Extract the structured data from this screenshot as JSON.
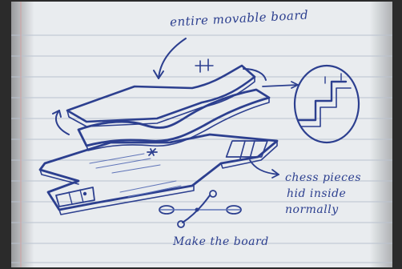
{
  "annotations": {
    "top": "entire movable board",
    "right": [
      "chess pieces",
      "hid inside",
      "normally"
    ],
    "bottom": "Make the board"
  },
  "colors": {
    "paper": "#e9ecef",
    "ruling": "#b9c2cf",
    "margin": "#d4a3a3",
    "ink": "#2c3f8f",
    "ink_light": "#5f74b8"
  }
}
